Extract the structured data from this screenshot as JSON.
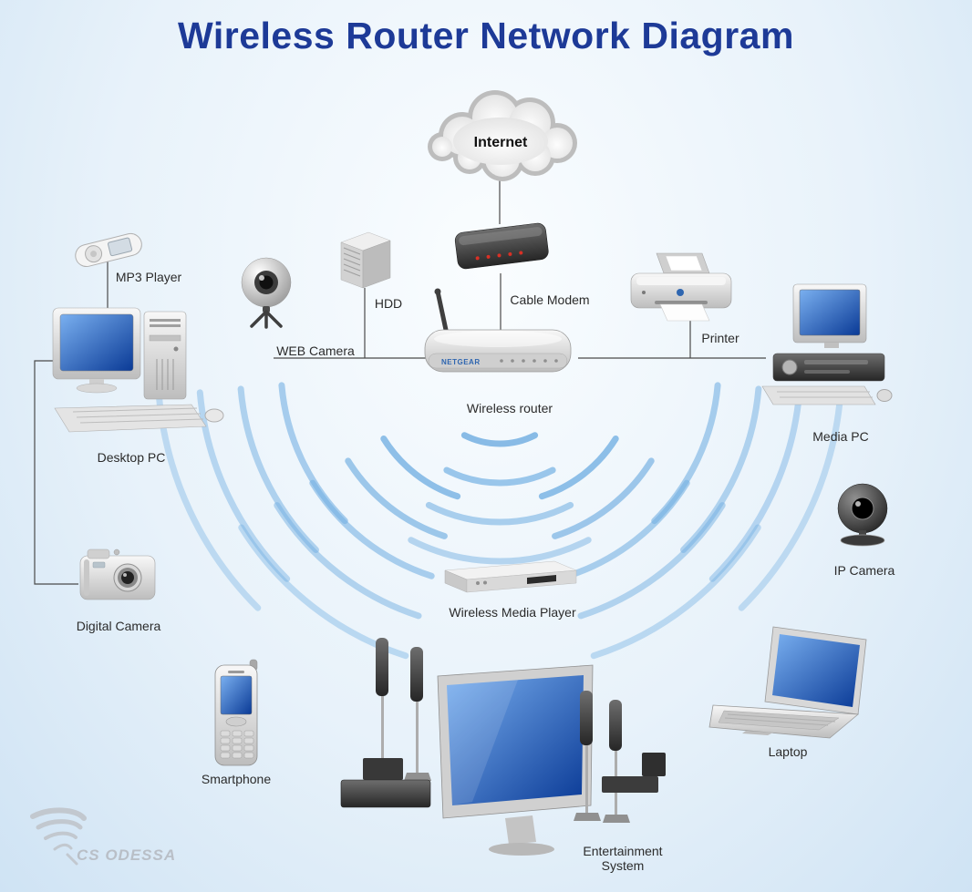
{
  "title": "Wireless Router Network Diagram",
  "internet": {
    "label": "Internet"
  },
  "router_brand": "NETGEAR",
  "devices": {
    "mp3": {
      "label": "MP3 Player"
    },
    "webcam": {
      "label": "WEB Camera"
    },
    "hdd": {
      "label": "HDD"
    },
    "modem": {
      "label": "Cable Modem"
    },
    "router": {
      "label": "Wireless router"
    },
    "printer": {
      "label": "Printer"
    },
    "desktop": {
      "label": "Desktop PC"
    },
    "media_pc": {
      "label": "Media PC"
    },
    "ip_camera": {
      "label": "IP Camera"
    },
    "digital_camera": {
      "label": "Digital Camera"
    },
    "media_player": {
      "label": "Wireless Media Player"
    },
    "smartphone": {
      "label": "Smartphone"
    },
    "laptop": {
      "label": "Laptop"
    },
    "entertainment": {
      "label": "Entertainment System"
    }
  },
  "branding": {
    "logo_text": "CS ODESSA"
  },
  "colors": {
    "title": "#1d3a97",
    "background_top": "#fafdff",
    "background_bottom": "#cfe3f4",
    "signal_arc": "#74b0e2",
    "screen_blue": "#0a3a96",
    "label_text": "#2b2b2b",
    "connector_line": "#4a4a4a",
    "logo_gray": "#b9bfc7",
    "led_red": "#d93025"
  }
}
